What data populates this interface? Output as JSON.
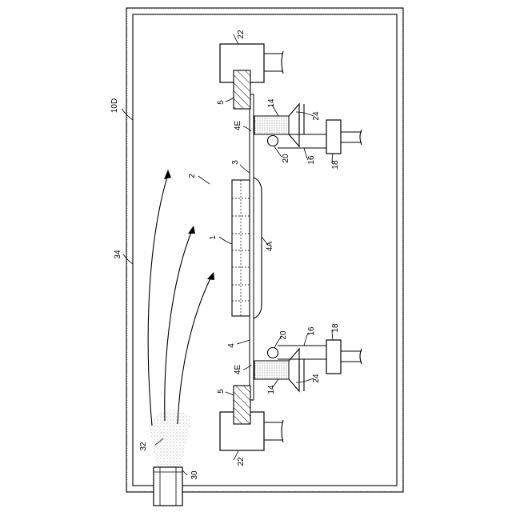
{
  "labels": {
    "apparatus": "10D",
    "chamber": "34",
    "assembly": "2",
    "wafer": "1",
    "tape_frame_ref": "3",
    "tape_center": "4A",
    "tape": "4",
    "tape_edge_top": "4E",
    "tape_edge_bottom": "4E",
    "ring_top": "5",
    "ring_bottom": "5",
    "holder_top": "22",
    "holder_bottom": "22",
    "heater_top": "14",
    "heater_bottom": "14",
    "bracket_top": "24",
    "bracket_bottom": "24",
    "roller_top": "20",
    "roller_bottom": "20",
    "arm_top": "16",
    "arm_bottom": "16",
    "actuator_top": "18",
    "actuator_bottom": "18",
    "gas_flow": "32",
    "nozzle": "30"
  }
}
